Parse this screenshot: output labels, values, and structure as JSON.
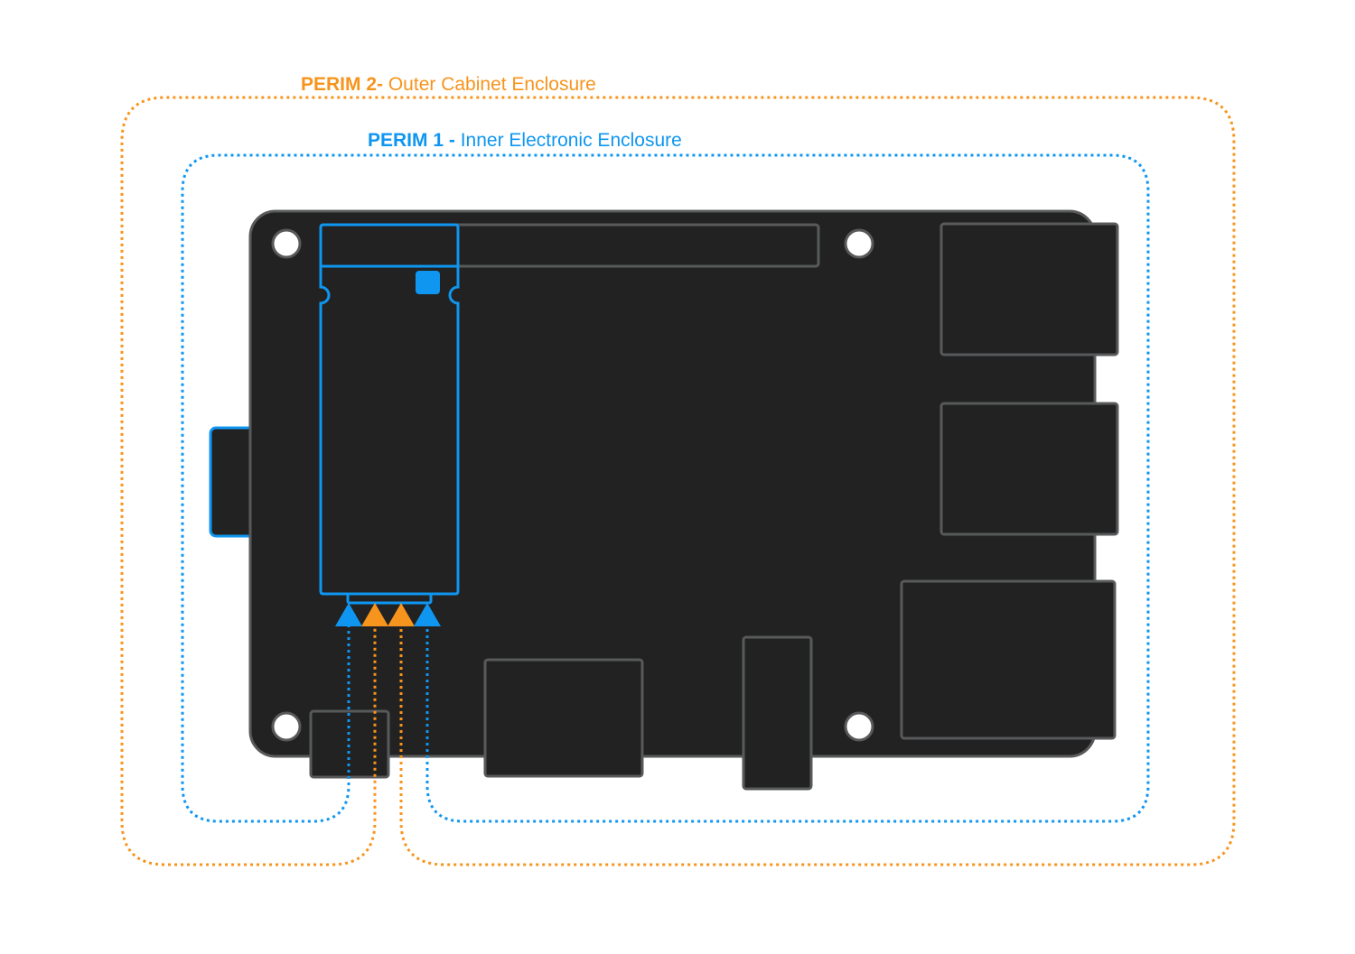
{
  "perim2": {
    "code": "PERIM 2-",
    "name": " Outer Cabinet Enclosure",
    "color": "#f7941d"
  },
  "perim1": {
    "code": "PERIM 1 -",
    "name": " Inner Electronic Enclosure",
    "color": "#0f96f0"
  },
  "board": {
    "fill": "#222222",
    "stroke": "#58595b",
    "module_color": "#0f96f0"
  },
  "sensors": [
    {
      "perimeter": "PERIM 1",
      "color": "#0f96f0"
    },
    {
      "perimeter": "PERIM 2",
      "color": "#f7941d"
    },
    {
      "perimeter": "PERIM 2",
      "color": "#f7941d"
    },
    {
      "perimeter": "PERIM 1",
      "color": "#0f96f0"
    }
  ]
}
